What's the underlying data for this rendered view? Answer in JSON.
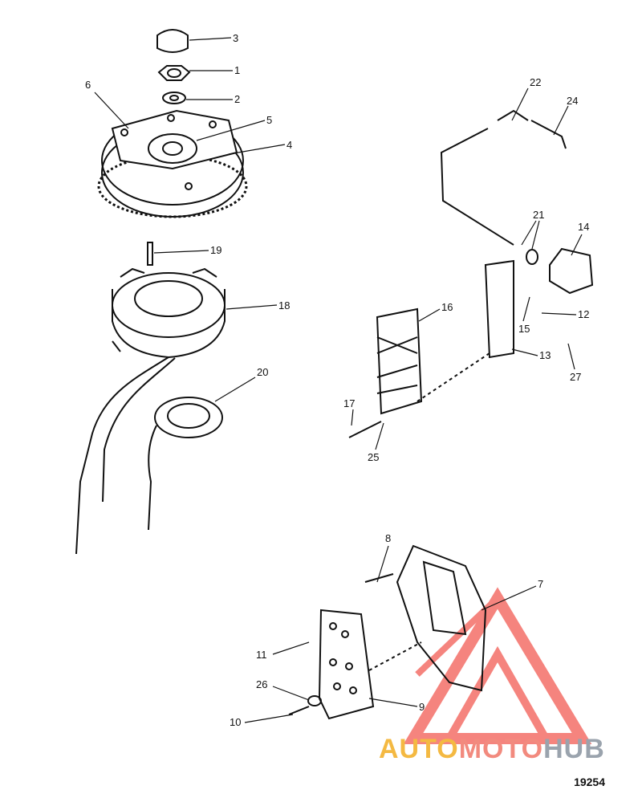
{
  "callouts": [
    {
      "n": "1",
      "label": "1"
    },
    {
      "n": "2",
      "label": "2"
    },
    {
      "n": "3",
      "label": "3"
    },
    {
      "n": "4",
      "label": "4"
    },
    {
      "n": "5",
      "label": "5"
    },
    {
      "n": "6",
      "label": "6"
    },
    {
      "n": "7",
      "label": "7"
    },
    {
      "n": "8",
      "label": "8"
    },
    {
      "n": "9",
      "label": "9"
    },
    {
      "n": "10",
      "label": "10"
    },
    {
      "n": "11",
      "label": "11"
    },
    {
      "n": "12",
      "label": "12"
    },
    {
      "n": "13",
      "label": "13"
    },
    {
      "n": "14",
      "label": "14"
    },
    {
      "n": "15",
      "label": "15"
    },
    {
      "n": "16",
      "label": "16"
    },
    {
      "n": "17",
      "label": "17"
    },
    {
      "n": "18",
      "label": "18"
    },
    {
      "n": "19",
      "label": "19"
    },
    {
      "n": "20",
      "label": "20"
    },
    {
      "n": "21",
      "label": "21"
    },
    {
      "n": "22",
      "label": "22"
    },
    {
      "n": "24",
      "label": "24"
    },
    {
      "n": "25",
      "label": "25"
    },
    {
      "n": "26",
      "label": "26"
    },
    {
      "n": "27",
      "label": "27"
    }
  ],
  "figure_number": "19254",
  "watermark": {
    "part1": "AUTO",
    "part2": "MOTO",
    "part3": "HUB"
  },
  "colors": {
    "line": "#111111",
    "watermark_red": "#f25c54",
    "watermark_orange": "#f4b942",
    "watermark_gray": "#9aa3ad"
  }
}
